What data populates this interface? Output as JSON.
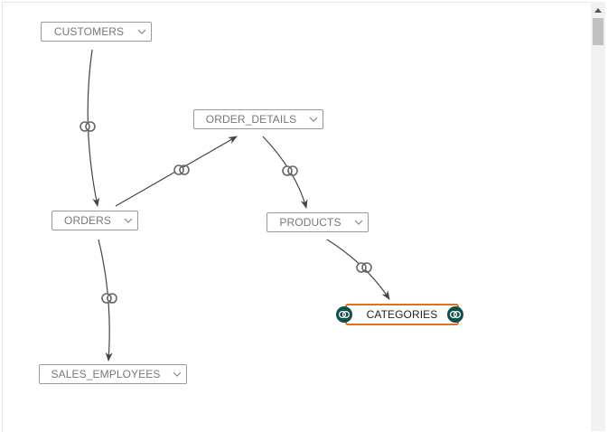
{
  "tables": {
    "customers": "CUSTOMERS",
    "orders": "ORDERS",
    "order_details": "ORDER_DETAILS",
    "products": "PRODUCTS",
    "sales_employees": "SALES_EMPLOYEES",
    "categories": "CATEGORIES"
  },
  "selected_table": "CATEGORIES",
  "icons": {
    "join": "join-icon",
    "dropdown": "chevron-down-icon"
  },
  "colors": {
    "selected_border": "#e07020",
    "join_badge": "#0f4f4c",
    "link_stroke": "#444444",
    "node_border": "#9a9a9a"
  }
}
